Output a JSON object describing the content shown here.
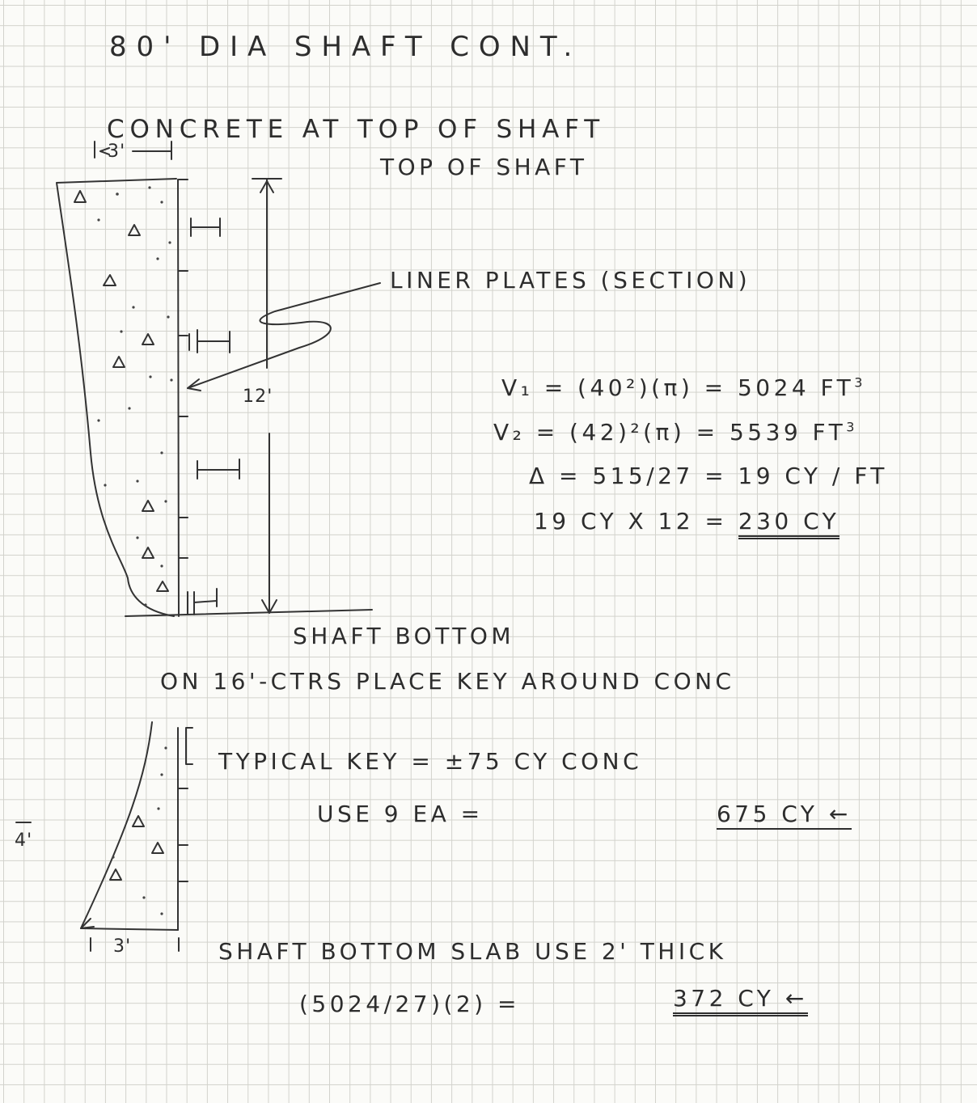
{
  "header": {
    "title": "80' DIA SHAFT CONT.",
    "subtitle": "CONCRETE AT TOP OF SHAFT"
  },
  "section_1": {
    "width_dim": "3'",
    "top_label": "TOP OF SHAFT",
    "liner_label": "LINER PLATES (SECTION)",
    "height_dim": "12'",
    "bottom_label": "SHAFT BOTTOM"
  },
  "calculations": {
    "v1_lhs": "V₁ = (40²)(π) = 5024 FT",
    "v1_exp": "3",
    "v2_lhs": "V₂ = (42)²(π) = 5539 FT",
    "v2_exp": "3",
    "delta": "Δ = 515/27 = 19 CY / FT",
    "total_prefix": "19 CY X 12 = ",
    "total_result": "230 CY"
  },
  "keys": {
    "note": "ON 16'-CTRS PLACE KEY AROUND CONC",
    "typical": "TYPICAL KEY = ±75 CY CONC",
    "use_prefix": "USE 9 EA =",
    "use_result": "675 CY ←",
    "height_dim": "4'",
    "width_dim": "3'"
  },
  "slab": {
    "label": "SHAFT BOTTOM SLAB USE 2' THICK",
    "formula": "(5024/27)(2) =",
    "result": "372 CY ←"
  }
}
